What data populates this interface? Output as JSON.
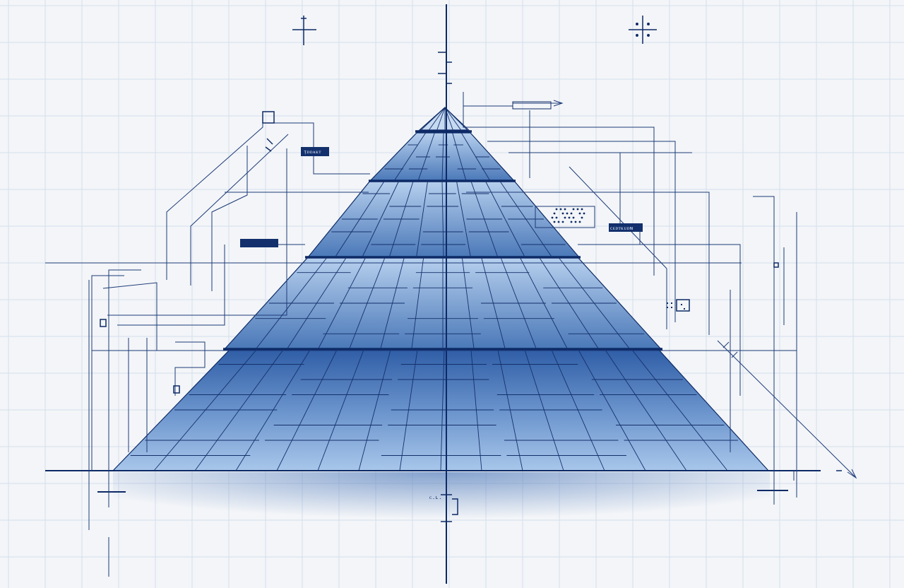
{
  "palette": {
    "paper": "#f3f5f8",
    "grid": "#d4deec",
    "ink": "#0d2a66",
    "tier_top": "#a9c6ea",
    "tier_bottom": "#3f6fb2",
    "shadow": "#5f86c0"
  },
  "labels": {
    "tag_a": "ᴉᴅᴅᴀᴋᴛ",
    "tag_b": "ᴄᴇᴅᴛᴋᴜᴅɴ",
    "tag_c": "ᴄ.ʟ."
  },
  "pyramid": {
    "tiers": 4
  }
}
